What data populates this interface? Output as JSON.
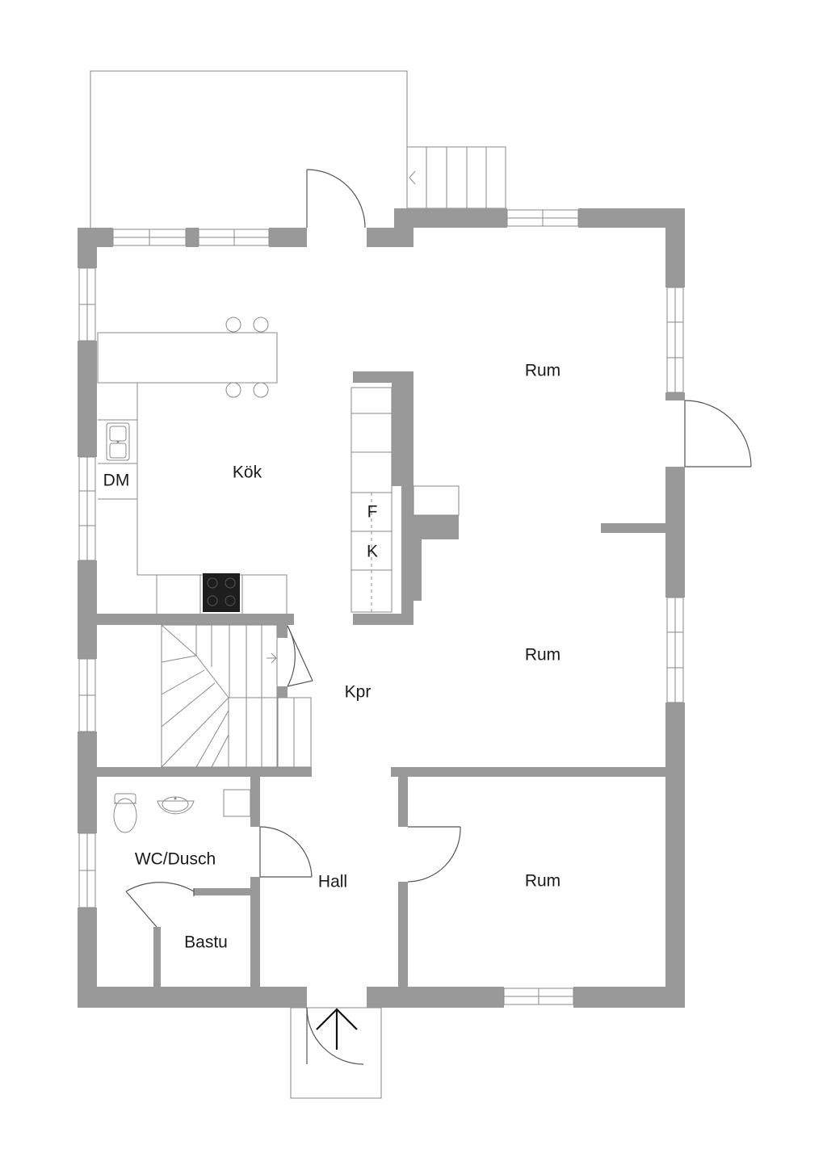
{
  "rooms": {
    "kok": "Kök",
    "dm": "DM",
    "rum_upper": "Rum",
    "rum_middle": "Rum",
    "rum_lower": "Rum",
    "kpr": "Kpr",
    "wc": "WC/Dusch",
    "hall": "Hall",
    "bastu": "Bastu",
    "fireplace_f": "F",
    "fireplace_k": "K"
  },
  "colors": {
    "wall": "#999999",
    "line": "#8a8a8a",
    "background": "#ffffff"
  },
  "icons": [
    "entrance-arrow-icon",
    "sink-icon",
    "toilet-icon",
    "washbasin-icon",
    "stove-icon",
    "stool-icon"
  ]
}
